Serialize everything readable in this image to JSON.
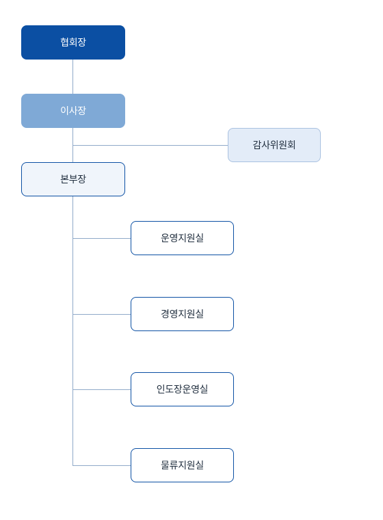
{
  "org_chart": {
    "president": "협회장",
    "chairman": "이사장",
    "audit_committee": "감사위원회",
    "headquarters_head": "본부장",
    "departments": [
      "운영지원실",
      "경영지원실",
      "인도장운영실",
      "물류지원실"
    ]
  },
  "colors": {
    "primary": "#0b4fa3",
    "secondary": "#7fa9d6",
    "audit_fill": "#e3ecf8",
    "head_fill": "#f0f5fb",
    "connector": "#8fa9c8"
  }
}
